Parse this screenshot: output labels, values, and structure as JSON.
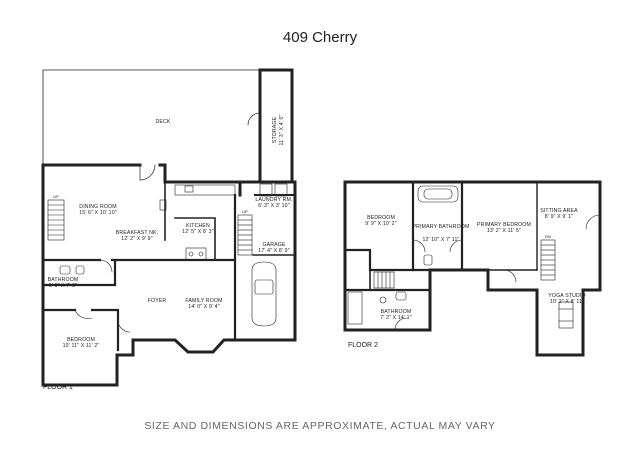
{
  "title": "409 Cherry",
  "footer": "SIZE AND DIMENSIONS ARE APPROXIMATE, ACTUAL MAY VARY",
  "floors": [
    {
      "label": "FLOOR 1",
      "rooms": [
        {
          "name": "DECK",
          "dims": ""
        },
        {
          "name": "STORAGE",
          "dims": "11' 3\" X 4' 0\""
        },
        {
          "name": "LAUNDRY RM.",
          "dims": "6' 3\" X 3' 10\""
        },
        {
          "name": "DINING ROOM",
          "dims": "15' 6\" X 10' 10\""
        },
        {
          "name": "BREAKFAST NK.",
          "dims": "12' 2\" X 9' 9\""
        },
        {
          "name": "KITCHEN",
          "dims": "12' 5\" X 8' 3\""
        },
        {
          "name": "GARAGE",
          "dims": "17' 4\" X 8' 9\""
        },
        {
          "name": "BATHROOM",
          "dims": "6' 9\" X 7' 8\""
        },
        {
          "name": "FOYER",
          "dims": ""
        },
        {
          "name": "FAMILY ROOM",
          "dims": "14' 0\" X 9' 4\""
        },
        {
          "name": "BEDROOM",
          "dims": "10' 11\" X 11' 2\""
        }
      ]
    },
    {
      "label": "FLOOR 2",
      "rooms": [
        {
          "name": "BEDROOM",
          "dims": "9' 9\" X 10' 2\""
        },
        {
          "name": "PRIMARY BATHROOM",
          "dims": "12' 10\" X 7' 11\""
        },
        {
          "name": "PRIMARY BEDROOM",
          "dims": "13' 2\" X 11' 5\""
        },
        {
          "name": "SITTING AREA",
          "dims": "8' 9\" X 9' 1\""
        },
        {
          "name": "BATHROOM",
          "dims": "7' 2\" X 14' 1\""
        },
        {
          "name": "YOGA STUDIO",
          "dims": "10' 2\" X 8' 11\""
        }
      ]
    }
  ],
  "stair_labels": {
    "up": "UP",
    "dn": "DN"
  }
}
